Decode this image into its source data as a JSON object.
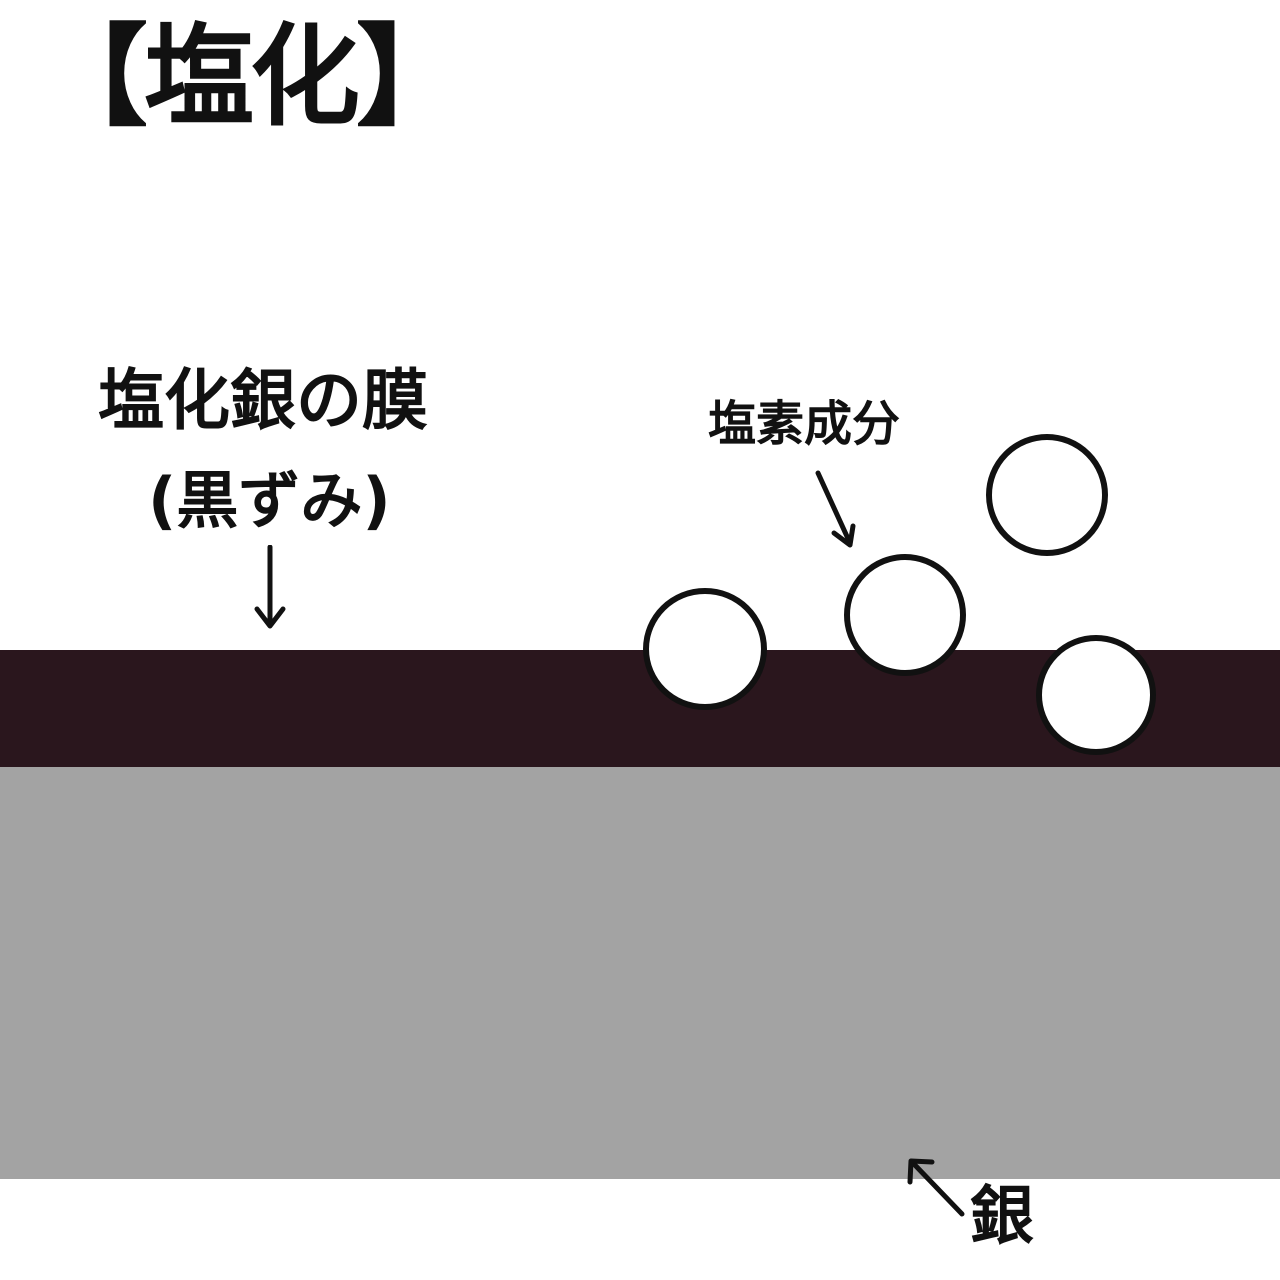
{
  "title": "【塩化】",
  "labels": {
    "tarnish_film_line1": "塩化銀の膜",
    "tarnish_film_line2": "(黒ずみ)",
    "chlorine": "塩素成分",
    "silver": "銀"
  },
  "colors": {
    "tarnish_film": "#2a161d",
    "silver_base": "#a3a3a3",
    "background": "#ffffff",
    "ink": "#111111"
  },
  "icons": {
    "film_arrow": "arrow-down-icon",
    "chlorine_arrow": "arrow-down-right-icon",
    "silver_arrow": "arrow-up-left-icon"
  },
  "particle_count": 4
}
